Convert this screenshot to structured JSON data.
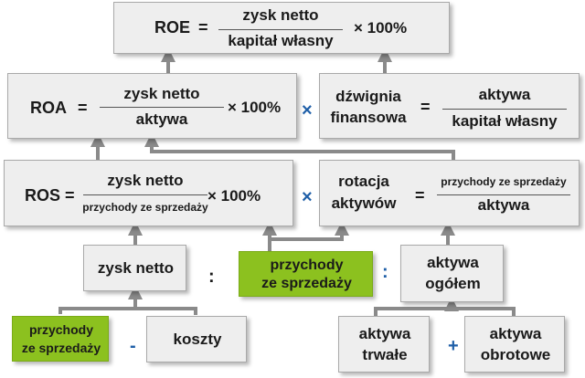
{
  "colors": {
    "box_bg": "#eeeeee",
    "box_green": "#8cc11f",
    "connector": "#8a8a8a",
    "operator_blue": "#1f5fa8",
    "text": "#1a1a1a"
  },
  "roe": {
    "label": "ROE",
    "eq": "=",
    "num": "zysk netto",
    "den": "kapitał własny",
    "mult": "× 100%"
  },
  "roa": {
    "label": "ROA",
    "eq": "=",
    "num": "zysk netto",
    "den": "aktywa",
    "mult": "× 100%"
  },
  "op_times1": "×",
  "lev": {
    "line1": "dźwignia",
    "line2": "finansowa",
    "eq": "=",
    "num": "aktywa",
    "den": "kapitał własny"
  },
  "ros": {
    "label": "ROS",
    "eq": "=",
    "num": "zysk netto",
    "den": "przychody ze sprzedaży",
    "mult": "× 100%"
  },
  "op_times2": "×",
  "rot": {
    "line1": "rotacja",
    "line2": "aktywów",
    "eq": "=",
    "num": "przychody ze sprzedaży",
    "den": "aktywa"
  },
  "zysk": {
    "label": "zysk netto"
  },
  "op_div1": ":",
  "przych1": {
    "line1": "przychody",
    "line2": "ze sprzedaży"
  },
  "op_div2": ":",
  "aktywa_ogolem": {
    "line1": "aktywa",
    "line2": "ogółem"
  },
  "przych2": {
    "line1": "przychody",
    "line2": "ze sprzedaży"
  },
  "op_minus": "-",
  "koszty": {
    "label": "koszty"
  },
  "trwale": {
    "line1": "aktywa",
    "line2": "trwałe"
  },
  "op_plus": "+",
  "obrotowe": {
    "line1": "aktywa",
    "line2": "obrotowe"
  }
}
